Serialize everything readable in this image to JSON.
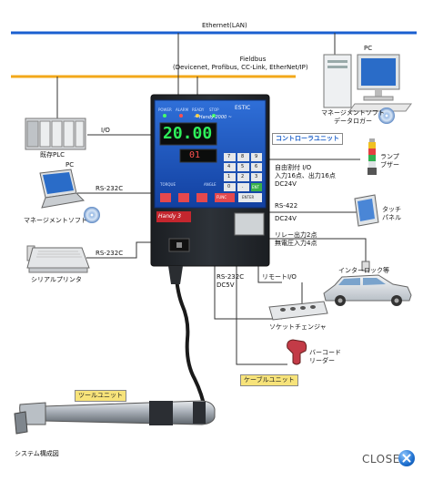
{
  "network": {
    "ethernet": "Ethernet(LAN)",
    "fieldbus_title": "Fieldbus",
    "fieldbus_protocols": "(Devicenet, Profibus, CC-Link, EtherNet/IP)"
  },
  "devices": {
    "pc_top_label": "PC",
    "pc_top_caption_1": "マネージメントソフト",
    "pc_top_caption_2": "データロガー",
    "plc_caption": "既存PLC",
    "io_label": "I/O",
    "pc_left_label": "PC",
    "pc_left_caption": "マネージメントソフト",
    "rs232_pc": "RS-232C",
    "printer_caption": "シリアルプリンタ",
    "rs232_printer": "RS-232C",
    "lamp_caption_1": "ランプ",
    "lamp_caption_2": "ブザー",
    "io_spec_1": "自由割付 I/O",
    "io_spec_2": "入力16点、出力16点",
    "io_spec_3": "DC24V",
    "rs422": "RS-422",
    "rs422_power": "DC24V",
    "touch_caption_1": "タッチ",
    "touch_caption_2": "パネル",
    "relay_1": "リレー出力2点",
    "relay_2": "無電圧入力4点",
    "interlock": "インターロック等",
    "rs232_bottom": "RS-232C",
    "dc5v": "DC5V",
    "remote_io": "リモートI/O",
    "socket_changer": "ソケットチェンジャ",
    "barcode_1": "バーコード",
    "barcode_2": "リーダー"
  },
  "controller": {
    "callout": "コントローラユニット",
    "brand": "ESTIC",
    "model_script": "~ Handy 2000 ~",
    "display_main": "20.00",
    "display_sub": "01",
    "logo": "Handy 3",
    "indicators": [
      "POWER",
      "ALARM",
      "READY",
      "STOP"
    ],
    "mode_labels": [
      "TORQUE",
      "ANGLE"
    ],
    "keypad": [
      "7",
      "8",
      "9",
      "4",
      "5",
      "6",
      "1",
      "2",
      "3",
      "0",
      ".",
      "ENT"
    ],
    "bottom_buttons": [
      "",
      "",
      "",
      "",
      "FUNC",
      "ENTER"
    ]
  },
  "labels": {
    "cable_unit": "ケーブルユニット",
    "tool_unit": "ツールユニット",
    "caption": "システム構成図"
  },
  "ui": {
    "close": "CLOSE"
  },
  "colors": {
    "ethernet_line": "#1a5fd0",
    "fieldbus_line": "#f3a81a",
    "controller_body": "#24282e",
    "display_green": "#2ef05a",
    "callout_text": "#1b5fc8"
  }
}
